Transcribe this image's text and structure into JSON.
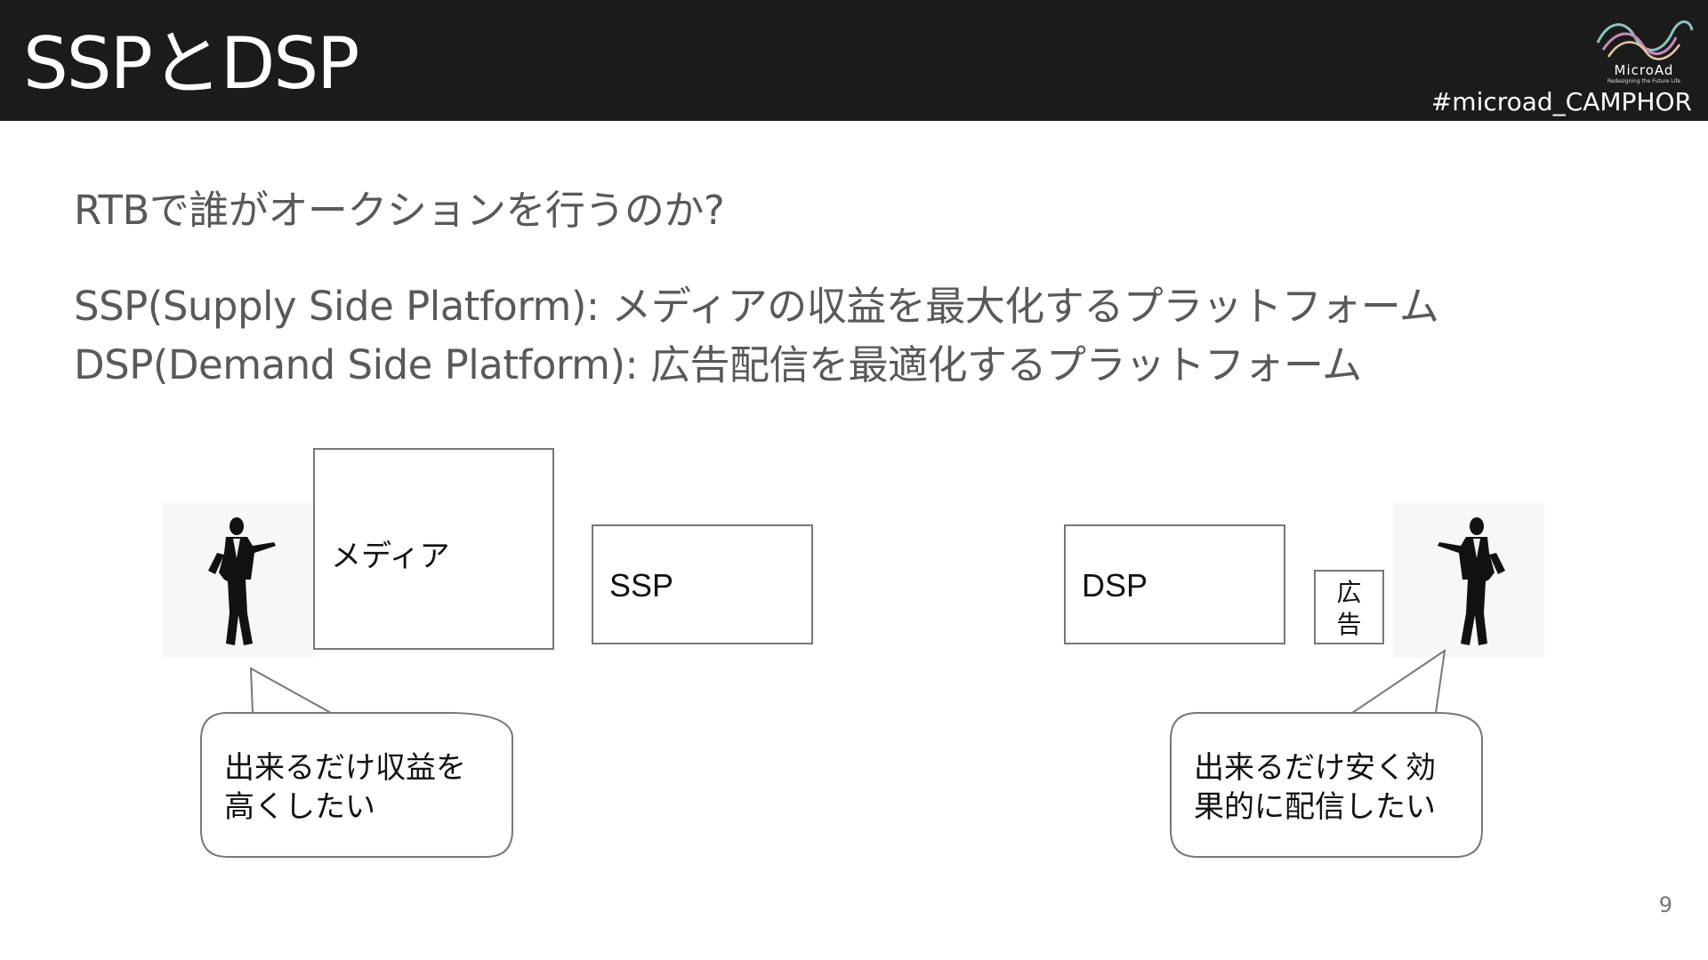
{
  "header": {
    "title": "SSPとDSP",
    "logo_text": "MicroAd",
    "logo_tagline": "Redesigning the Future Life",
    "hashtag": "#microad_CAMPHOR"
  },
  "content": {
    "question": "RTBで誰がオークションを行うのか?",
    "definitions": [
      "SSP(Supply Side Platform): メディアの収益を最大化するプラットフォーム",
      "DSP(Demand Side Platform): 広告配信を最適化するプラットフォーム"
    ]
  },
  "diagram": {
    "boxes": {
      "media": "メディア",
      "ssp": "SSP",
      "dsp": "DSP",
      "ad": "広告"
    },
    "bubbles": {
      "left": [
        "出来るだけ収益を",
        "高くしたい"
      ],
      "right": [
        "出来るだけ安く効",
        "果的に配信したい"
      ]
    }
  },
  "page_number": "9",
  "colors": {
    "header_bg": "#1b1b1b",
    "body_text": "#595959",
    "box_border": "#777777"
  }
}
